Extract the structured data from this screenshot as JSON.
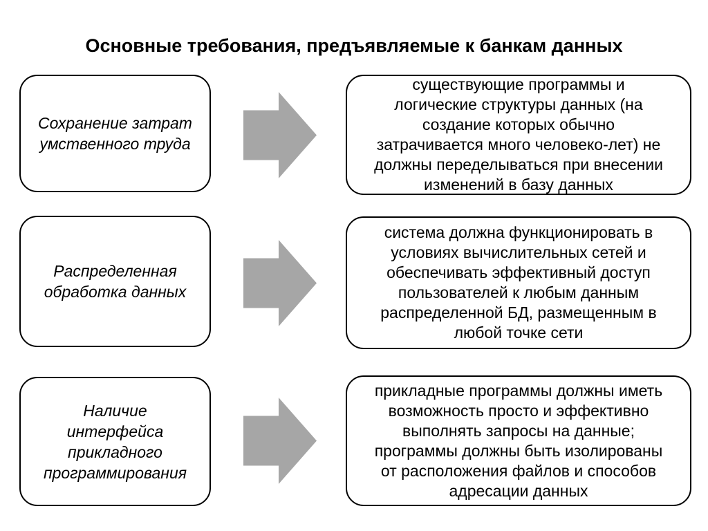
{
  "title": "Основные требования, предъявляемые к банкам данных",
  "colors": {
    "arrow": "#a6a6a6",
    "box_border": "#000000",
    "background": "#ffffff",
    "text": "#000000"
  },
  "icons": {
    "arrow": "right-block-arrow"
  },
  "rows": [
    {
      "requirement": "Сохранение затрат\nумственного труда",
      "description": "существующие программы и\nлогические структуры данных (на\nсоздание которых обычно\nзатрачивается много человеко-лет) не\nдолжны переделываться при внесении\nизменений в базу данных"
    },
    {
      "requirement": "Распределенная\nобработка данных",
      "description": "система должна функционировать в\nусловиях вычислительных сетей и\nобеспечивать эффективный доступ\nпользователей к любым данным\nраспределенной БД, размещенным в\nлюбой точке сети"
    },
    {
      "requirement": "Наличие\nинтерфейса\nприкладного\nпрограммирования",
      "description": "прикладные программы должны иметь\nвозможность просто и эффективно\nвыполнять запросы на данные;\nпрограммы должны быть изолированы\nот расположения файлов и способов\nадресации данных"
    }
  ]
}
